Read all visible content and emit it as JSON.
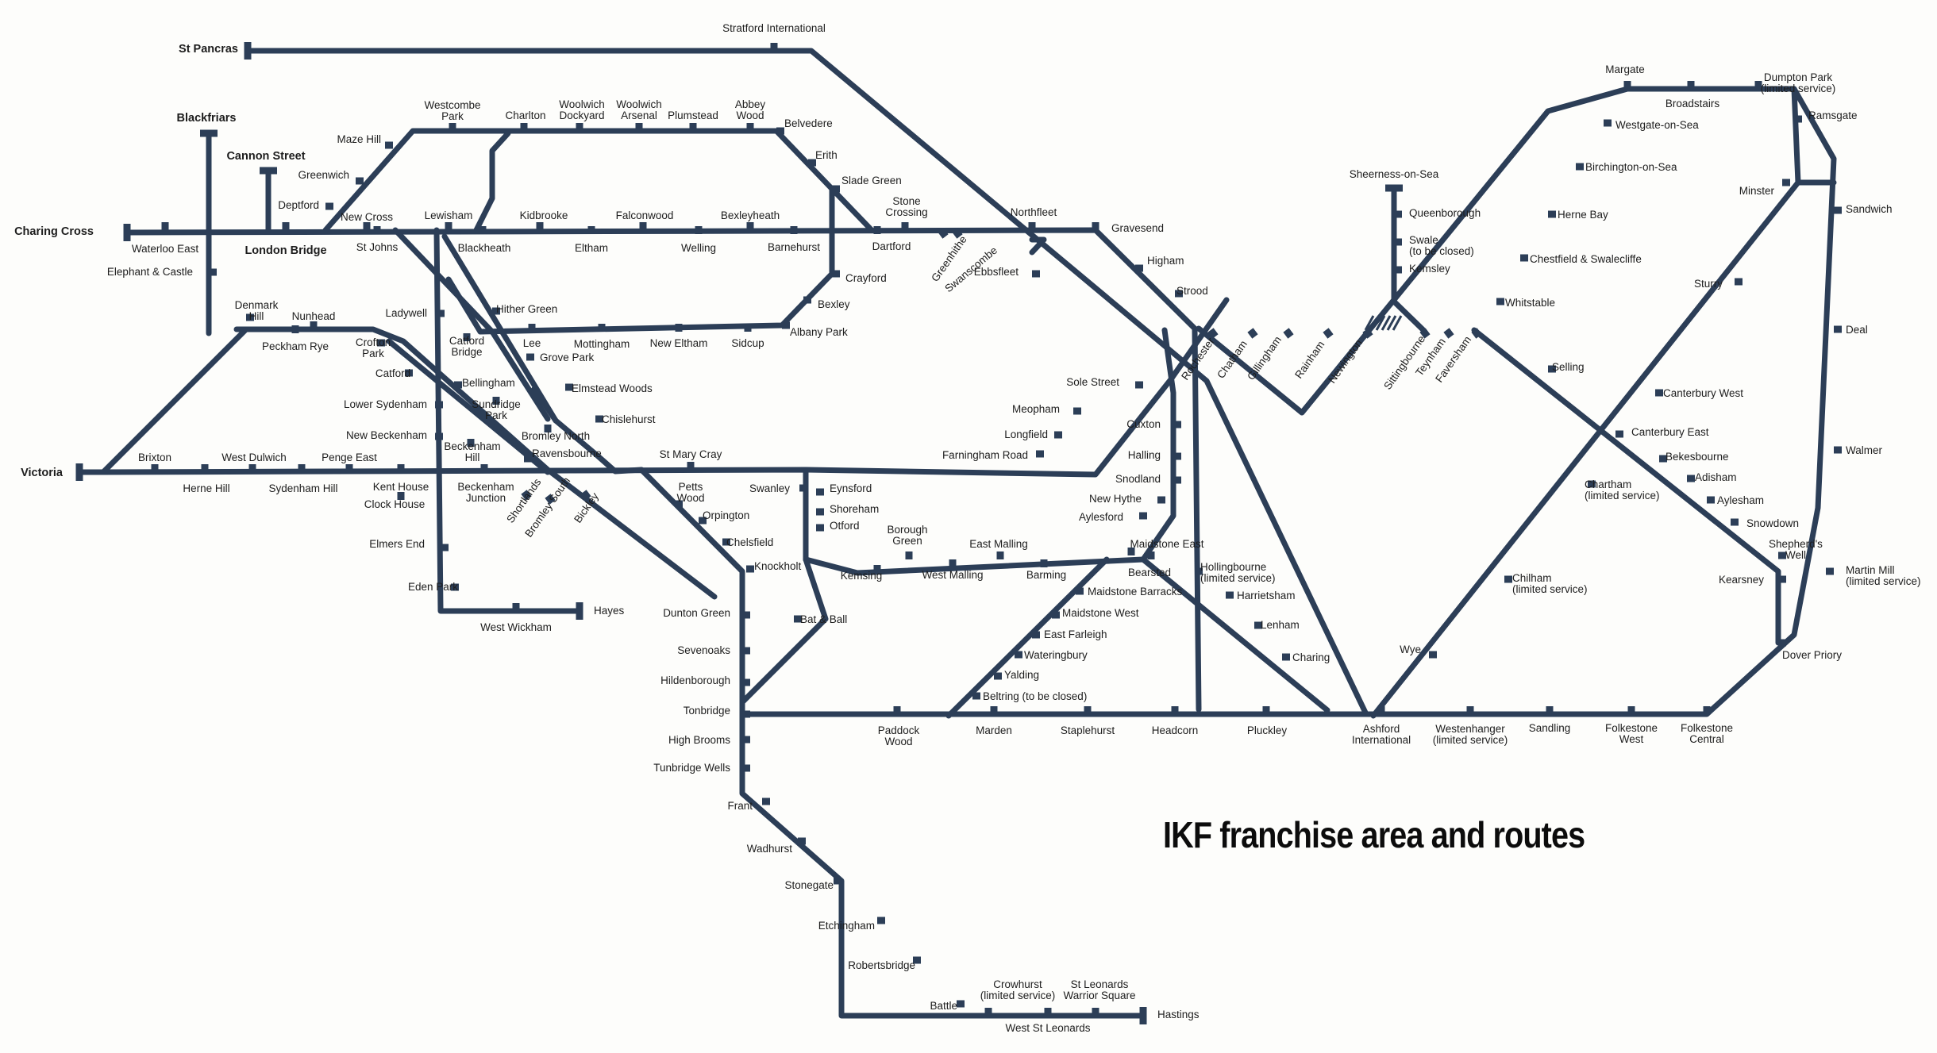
{
  "title": "IKF franchise area and routes",
  "line_color": "#2c3e57",
  "stations": {
    "st_pancras": "St Pancras",
    "stratford_international": "Stratford International",
    "blackfriars": "Blackfriars",
    "cannon_street": "Cannon Street",
    "charing_cross": "Charing Cross",
    "waterloo_east": "Waterloo East",
    "elephant_castle": "Elephant & Castle",
    "london_bridge": "London Bridge",
    "maze_hill": "Maze Hill",
    "westcombe_park": [
      "Westcombe",
      "Park"
    ],
    "charlton": "Charlton",
    "woolwich_dockyard": [
      "Woolwich",
      "Dockyard"
    ],
    "woolwich_arsenal": [
      "Woolwich",
      "Arsenal"
    ],
    "plumstead": "Plumstead",
    "abbey_wood": [
      "Abbey",
      "Wood"
    ],
    "belvedere": "Belvedere",
    "erith": "Erith",
    "slade_green": "Slade Green",
    "greenwich": "Greenwich",
    "deptford": "Deptford",
    "new_cross": "New Cross",
    "st_johns": "St Johns",
    "lewisham": "Lewisham",
    "kidbrooke": "Kidbrooke",
    "blackheath": "Blackheath",
    "falconwood": "Falconwood",
    "eltham": "Eltham",
    "bexleyheath": "Bexleyheath",
    "welling": "Welling",
    "barnehurst": "Barnehurst",
    "stone_crossing": [
      "Stone",
      "Crossing"
    ],
    "dartford": "Dartford",
    "crayford": "Crayford",
    "greenhithe": "Greenhithe",
    "swanscombe": "Swanscombe",
    "northfleet": "Northfleet",
    "ebbsfleet": "Ebbsfleet",
    "gravesend": "Gravesend",
    "higham": "Higham",
    "strood": "Strood",
    "bexley": "Bexley",
    "albany_park": "Albany Park",
    "denmark_hill": [
      "Denmark",
      "Hill"
    ],
    "nunhead": "Nunhead",
    "peckham_rye": "Peckham Rye",
    "ladywell": "Ladywell",
    "hither_green": "Hither Green",
    "crofton_park": [
      "Crofton",
      "Park"
    ],
    "catford": "Catford",
    "catford_bridge": [
      "Catford",
      "Bridge"
    ],
    "lee": "Lee",
    "mottingham": "Mottingham",
    "new_eltham": "New Eltham",
    "sidcup": "Sidcup",
    "grove_park": "Grove Park",
    "bellingham": "Bellingham",
    "elmstead_woods": "Elmstead Woods",
    "lower_sydenham": "Lower Sydenham",
    "sundridge_park": [
      "Sundridge",
      "Park"
    ],
    "chislehurst": "Chislehurst",
    "bromley_north": "Bromley North",
    "new_beckenham": "New Beckenham",
    "beckenham_hill": [
      "Beckenham",
      "Hill"
    ],
    "ravensbourne": "Ravensbourne",
    "st_mary_cray": "St Mary Cray",
    "victoria": "Victoria",
    "brixton": "Brixton",
    "west_dulwich": "West Dulwich",
    "penge_east": "Penge East",
    "herne_hill": "Herne Hill",
    "sydenham_hill": "Sydenham Hill",
    "kent_house": "Kent House",
    "clock_house": "Clock House",
    "beckenham_junction": [
      "Beckenham",
      "Junction"
    ],
    "shortlands": "Shortlands",
    "bromley_south": "Bromley South",
    "bickley": "Bickley",
    "petts_wood": [
      "Petts",
      "Wood"
    ],
    "orpington": "Orpington",
    "chelsfield": "Chelsfield",
    "knockholt": "Knockholt",
    "swanley": "Swanley",
    "eynsford": "Eynsford",
    "shoreham": "Shoreham",
    "otford": "Otford",
    "bat_ball": "Bat & Ball",
    "elmers_end": "Elmers End",
    "eden_park": "Eden Park",
    "west_wickham": "West Wickham",
    "hayes": "Hayes",
    "dunton_green": "Dunton Green",
    "sevenoaks": "Sevenoaks",
    "hildenborough": "Hildenborough",
    "tonbridge": "Tonbridge",
    "high_brooms": "High Brooms",
    "tunbridge_wells": "Tunbridge Wells",
    "frant": "Frant",
    "wadhurst": "Wadhurst",
    "stonegate": "Stonegate",
    "etchingham": "Etchingham",
    "robertsbridge": "Robertsbridge",
    "battle": "Battle",
    "crowhurst": [
      "Crowhurst",
      "(limited service)"
    ],
    "west_st_leonards": "West St Leonards",
    "st_leonards_warrior_square": [
      "St Leonards",
      "Warrior Square"
    ],
    "hastings": "Hastings",
    "kemsing": "Kemsing",
    "borough_green": [
      "Borough",
      "Green"
    ],
    "west_malling": "West Malling",
    "east_malling": "East Malling",
    "barming": "Barming",
    "maidstone_east": "Maidstone East",
    "bearsted": "Bearsted",
    "hollingbourne": [
      "Hollingbourne",
      "(limited service)"
    ],
    "harrietsham": "Harrietsham",
    "lenham": "Lenham",
    "charing": "Charing",
    "maidstone_barracks": "Maidstone Barracks",
    "maidstone_west": "Maidstone West",
    "east_farleigh": "East Farleigh",
    "wateringbury": "Wateringbury",
    "yalding": "Yalding",
    "beltring": "Beltring (to be closed)",
    "paddock_wood": [
      "Paddock",
      "Wood"
    ],
    "marden": "Marden",
    "staplehurst": "Staplehurst",
    "headcorn": "Headcorn",
    "pluckley": "Pluckley",
    "ashford_international": [
      "Ashford",
      "International"
    ],
    "westenhanger": [
      "Westenhanger",
      "(limited service)"
    ],
    "sandling": "Sandling",
    "folkestone_west": [
      "Folkestone",
      "West"
    ],
    "folkestone_central": [
      "Folkestone",
      "Central"
    ],
    "sole_street": "Sole Street",
    "meopham": "Meopham",
    "longfield": "Longfield",
    "farningham_road": "Farningham Road",
    "cuxton": "Cuxton",
    "halling": "Halling",
    "snodland": "Snodland",
    "new_hythe": "New Hythe",
    "aylesford": "Aylesford",
    "rochester": "Rochester",
    "chatham": "Chatham",
    "gillingham": "Gillingham",
    "rainham": "Rainham",
    "newington": "Newington",
    "sittingbourne": "Sittingbourne",
    "teynham": "Teynham",
    "faversham": "Faversham",
    "sheerness_on_sea": "Sheerness-on-Sea",
    "queenborough": "Queenborough",
    "swale": [
      "Swale",
      "(to be closed)"
    ],
    "kemsley": "Kemsley",
    "whitstable": "Whitstable",
    "chestfield_swalecliffe": "Chestfield & Swalecliffe",
    "herne_bay": "Herne Bay",
    "birchington_on_sea": "Birchington-on-Sea",
    "westgate_on_sea": "Westgate-on-Sea",
    "margate": "Margate",
    "broadstairs": "Broadstairs",
    "dumpton_park": [
      "Dumpton Park",
      "(limited service)"
    ],
    "ramsgate": "Ramsgate",
    "minster": "Minster",
    "sandwich": "Sandwich",
    "deal": "Deal",
    "walmer": "Walmer",
    "martin_mill": [
      "Martin Mill",
      "(limited service)"
    ],
    "dover_priory": "Dover Priory",
    "sturry": "Sturry",
    "selling": "Selling",
    "canterbury_west": "Canterbury West",
    "canterbury_east": "Canterbury East",
    "bekesbourne": "Bekesbourne",
    "adisham": "Adisham",
    "aylesham": "Aylesham",
    "snowdown": "Snowdown",
    "shepherds_well": [
      "Shepherd's",
      "Well"
    ],
    "kearsney": "Kearsney",
    "chartham": [
      "Chartham",
      "(limited service)"
    ],
    "chilham": [
      "Chilham",
      "(limited service)"
    ],
    "wye": "Wye"
  }
}
